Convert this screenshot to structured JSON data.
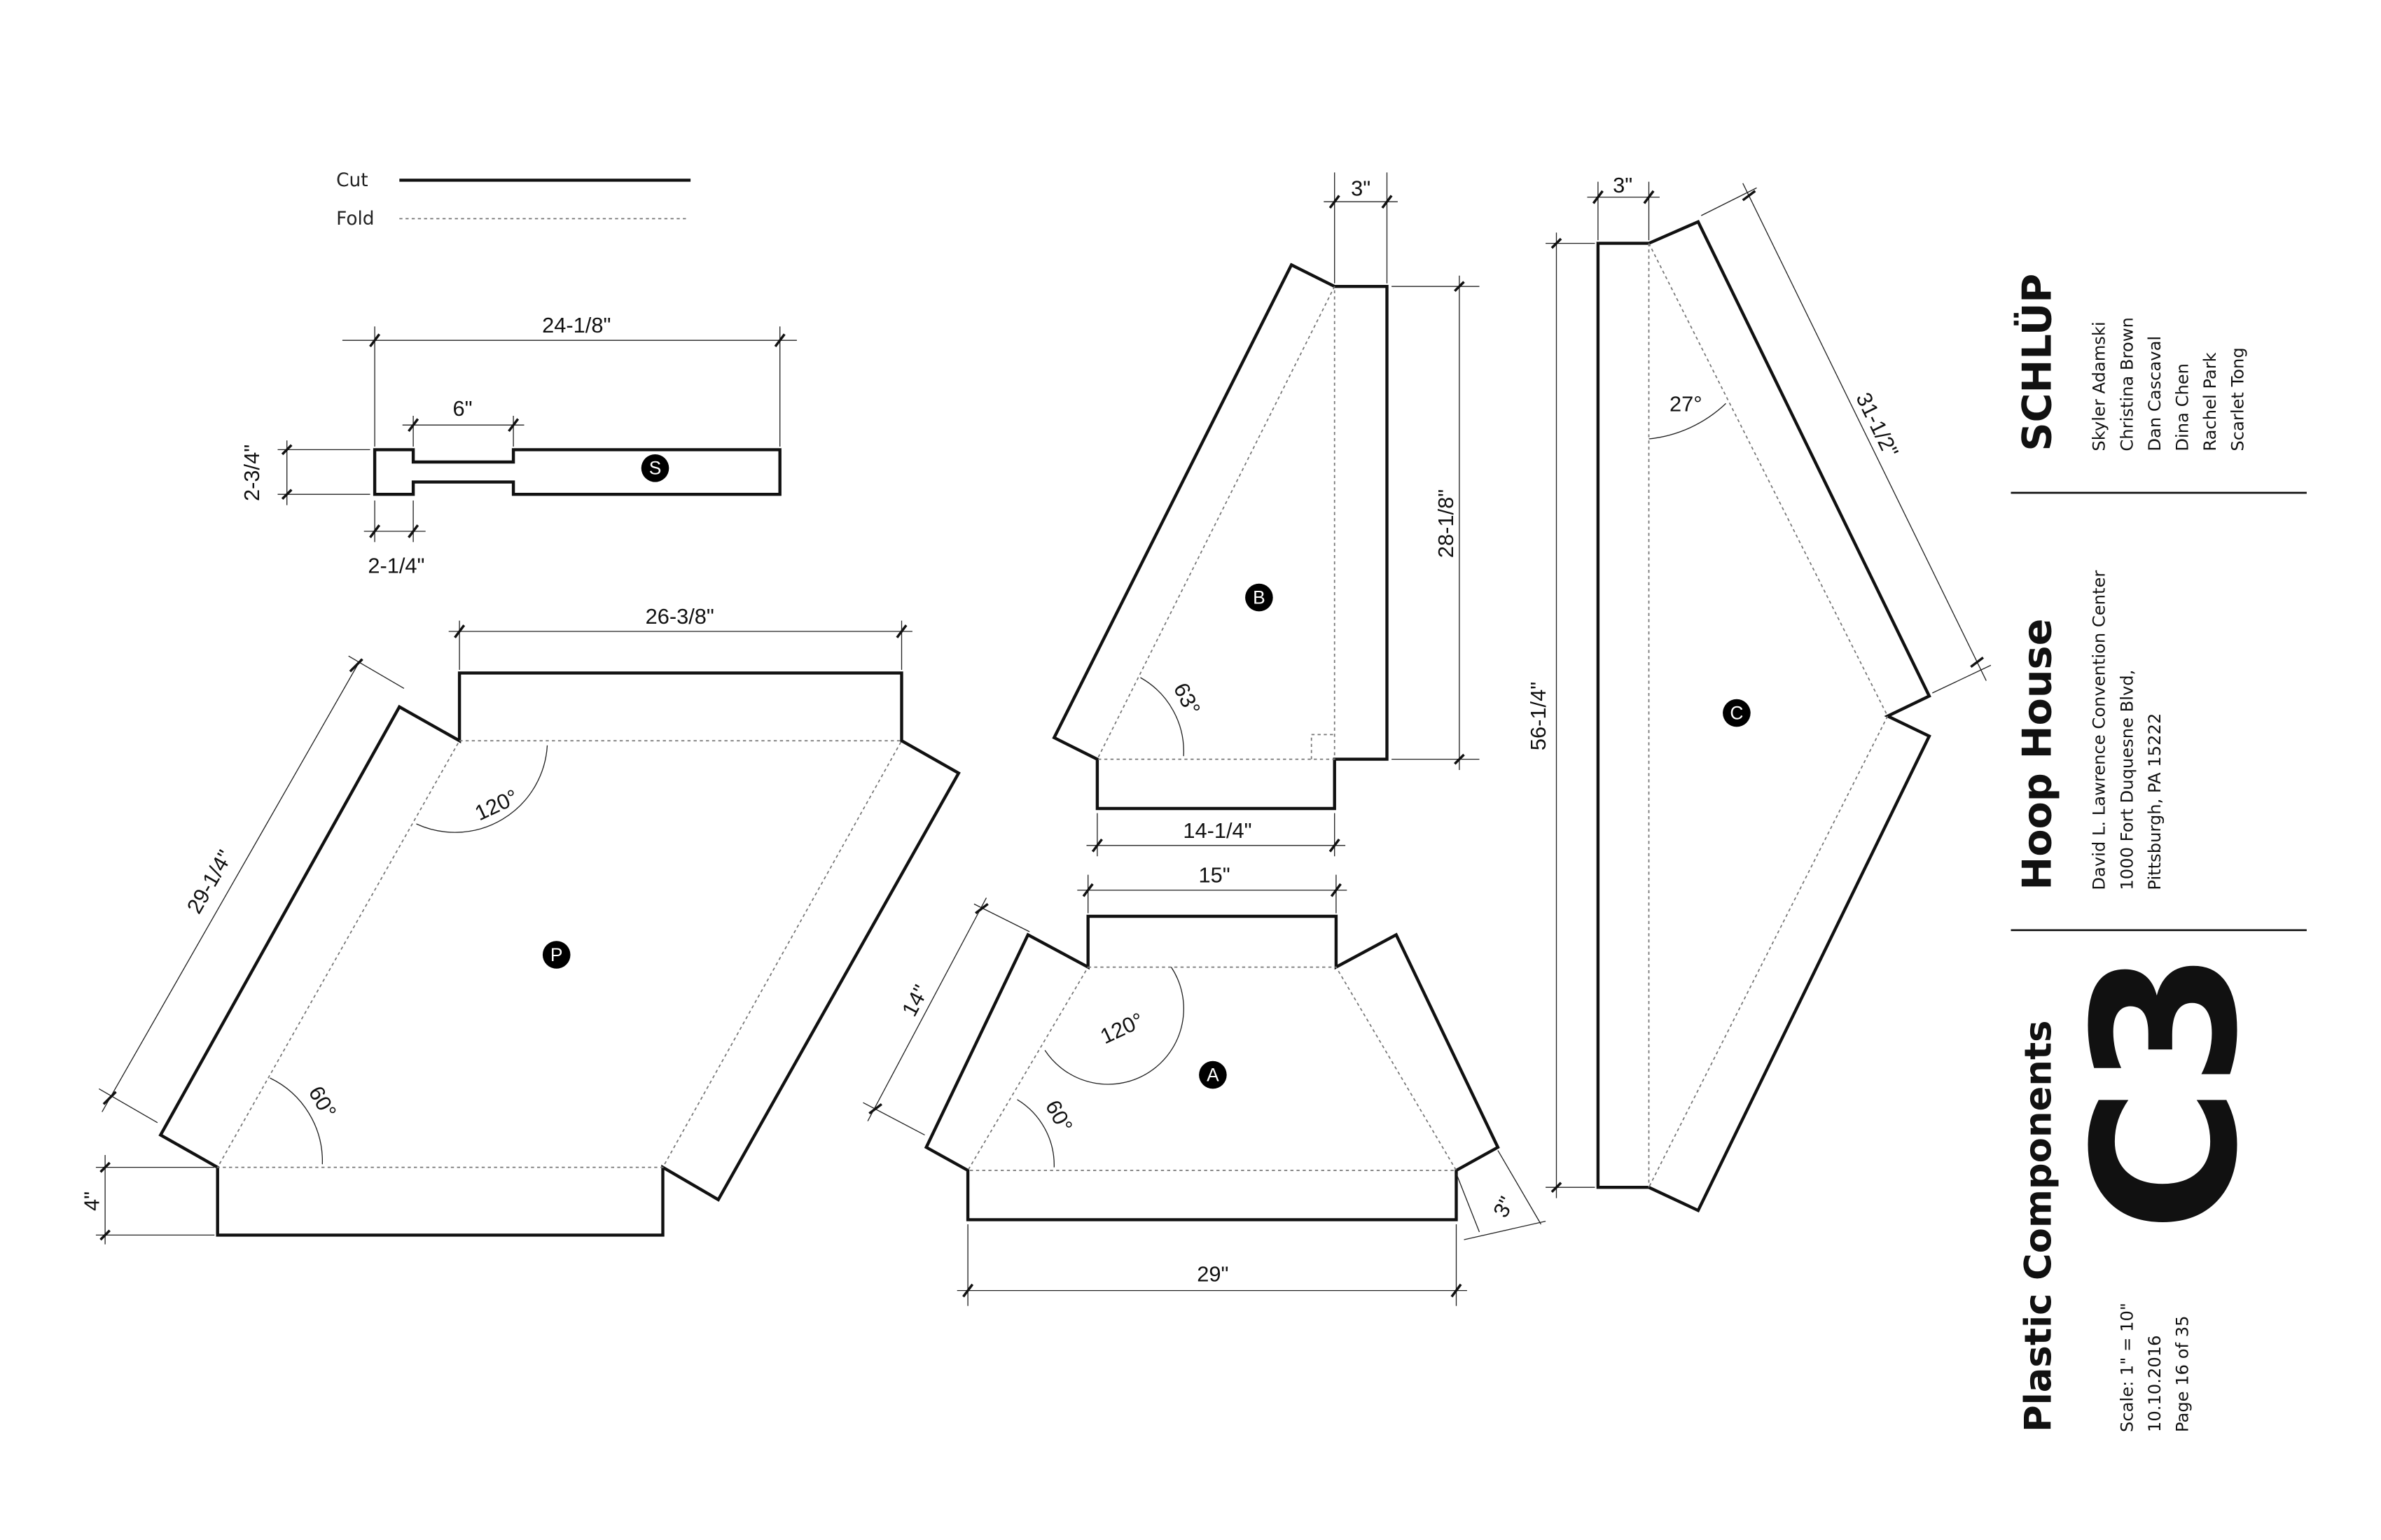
{
  "legend": {
    "cut": "Cut",
    "fold": "Fold"
  },
  "pieces": {
    "S": {
      "label": "S",
      "dims": {
        "length": "24-1/8\"",
        "neck": "6\"",
        "height": "2-3/4\"",
        "head": "2-1/4\""
      }
    },
    "P": {
      "label": "P",
      "dims": {
        "top": "26-3/8\"",
        "side": "29-1/4\"",
        "flap": "4\""
      },
      "angles": {
        "obtuse": "120°",
        "acute": "60°"
      }
    },
    "B": {
      "label": "B",
      "dims": {
        "flap": "3\"",
        "height": "28-1/8\"",
        "base": "14-1/4\""
      },
      "angles": {
        "base": "63°"
      }
    },
    "A": {
      "label": "A",
      "dims": {
        "top": "15\"",
        "bottom": "29\"",
        "side": "14\"",
        "flap": "3\""
      },
      "angles": {
        "obtuse": "120°",
        "acute": "60°"
      }
    },
    "C": {
      "label": "C",
      "dims": {
        "flap": "3\"",
        "height": "56-1/4\"",
        "side": "31-1/2\""
      },
      "angles": {
        "apex": "27°"
      }
    }
  },
  "title_block": {
    "firm": "SCHLÜP",
    "team": [
      "Skyler Adamski",
      "Christina Brown",
      "Dan Cascaval",
      "Dina Chen",
      "Rachel Park",
      "Scarlet Tong"
    ],
    "project": "Hoop House",
    "address": [
      "David L. Lawrence Convention Center",
      "1000 Fort Duquesne Blvd,",
      "Pittsburgh, PA 15222"
    ],
    "sheet_title": "Plastic Components",
    "sheet_number": "C3",
    "scale": "Scale: 1\" = 10\"",
    "date": "10.10.2016",
    "page": "Page 16 of 35"
  }
}
